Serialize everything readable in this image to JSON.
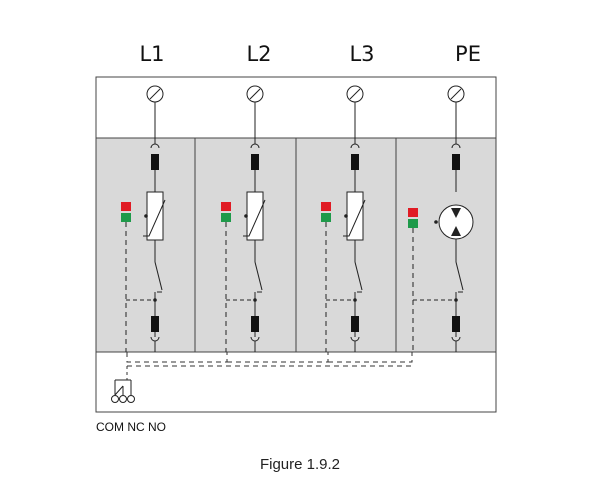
{
  "diagram": {
    "poles": [
      {
        "label": "L1",
        "type": "varistor"
      },
      {
        "label": "L2",
        "type": "varistor"
      },
      {
        "label": "L3",
        "type": "varistor"
      },
      {
        "label": "PE",
        "type": "spark-gap"
      }
    ],
    "contact_label": "COM NC NO",
    "caption": "Figure 1.9.2",
    "colors": {
      "module_fill": "#d9d9d9",
      "indicator_red": "#e01b24",
      "indicator_green": "#1e9a4a",
      "line": "#222222",
      "fuse": "#111111"
    }
  }
}
